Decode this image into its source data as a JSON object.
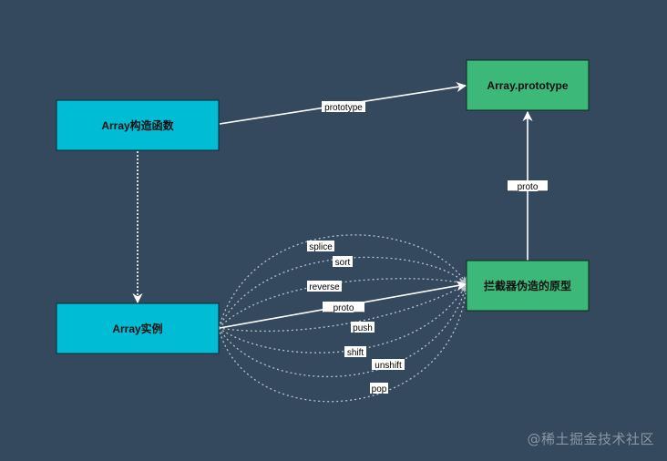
{
  "nodes": {
    "array_constructor": "Array构造函数",
    "array_prototype": "Array.prototype",
    "array_instance": "Array实例",
    "interceptor_prototype": "拦截器伪造的原型"
  },
  "edges": {
    "constructor_to_prototype": "prototype",
    "interceptor_to_prototype": "__proto__",
    "instance_to_interceptor": "__proto__"
  },
  "methods": [
    "splice",
    "sort",
    "reverse",
    "push",
    "shift",
    "unshift",
    "pop"
  ],
  "watermark": "@稀土掘金技术社区",
  "colors": {
    "background": "#34495e",
    "cyan_node": "#00bcd4",
    "green_node": "#3cb878",
    "arrow": "#ffffff",
    "dotted": "#b8c2cc"
  }
}
